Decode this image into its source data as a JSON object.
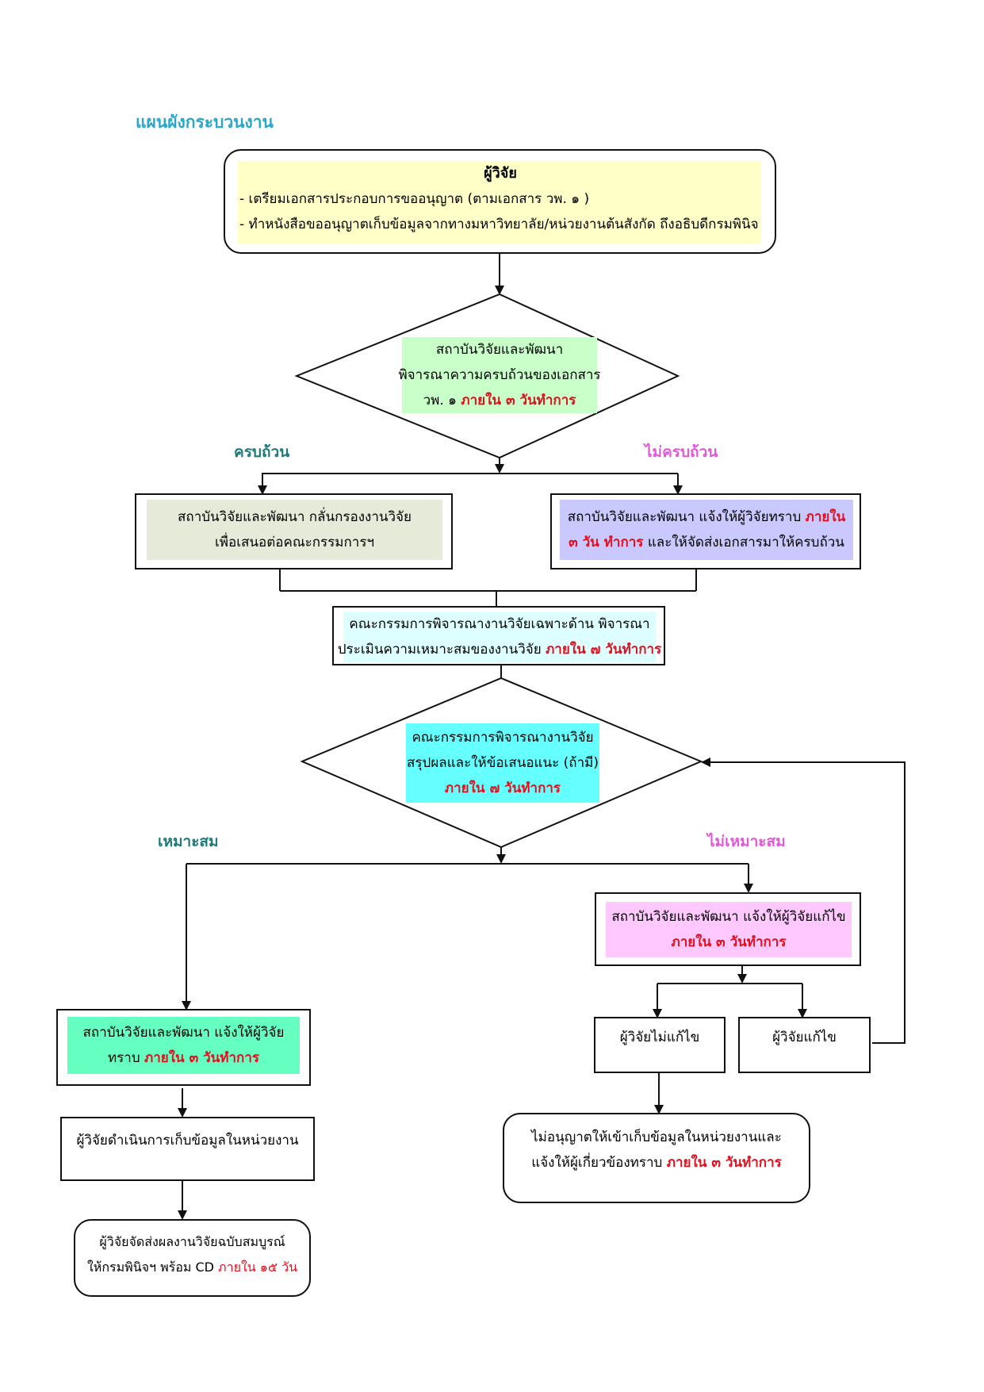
{
  "title": "แผนผังกระบวนงาน",
  "researcher": {
    "heading": "ผู้วิจัย",
    "line1": "- เตรียมเอกสารประกอบการขออนุญาต (ตามเอกสาร วพ. ๑ )",
    "line2": "- ทำหนังสือขออนุญาตเก็บข้อมูลจากทางมหาวิทยาลัย/หน่วยงานต้นสังกัด ถึงอธิบดีกรมพินิจ"
  },
  "decision1": {
    "line1": "สถาบันวิจัยและพัฒนา",
    "line2": "พิจารณาความครบถ้วนของเอกสาร",
    "line3_a": "วพ. ๑ ",
    "line3_b": "ภายใน ๓ วันทำการ"
  },
  "labels": {
    "complete": "ครบถ้วน",
    "incomplete": "ไม่ครบถ้วน",
    "suitable": "เหมาะสม",
    "unsuitable": "ไม่เหมาะสม"
  },
  "screen_box": {
    "line1": "สถาบันวิจัยและพัฒนา กลั่นกรองงานวิจัย",
    "line2": "เพื่อเสนอต่อคณะกรรมการฯ"
  },
  "notify_incomplete": {
    "line1_a": "สถาบันวิจัยและพัฒนา แจ้งให้ผู้วิจัยทราบ ",
    "line1_b": "ภายใน",
    "line2_a": "๓ วัน ทำการ",
    "line2_b": " และให้จัดส่งเอกสารมาให้ครบถ้วน"
  },
  "committee_review": {
    "line1": "คณะกรรมการพิจารณางานวิจัยเฉพาะด้าน พิจารณา",
    "line2_a": "ประเมินความเหมาะสมของงานวิจัย ",
    "line2_b": "ภายใน ๗ วันทำการ"
  },
  "decision2": {
    "line1": "คณะกรรมการพิจารณางานวิจัย",
    "line2": "สรุปผลและให้ข้อเสนอแนะ (ถ้ามี)",
    "line3": "ภายใน ๗ วันทำการ"
  },
  "notify_revise": {
    "line1": "สถาบันวิจัยและพัฒนา แจ้งให้ผู้วิจัยแก้ไข",
    "line2": "ภายใน ๓ วันทำการ"
  },
  "no_revise": "ผู้วิจัยไม่แก้ไข",
  "revise": "ผู้วิจัยแก้ไข",
  "deny_box": {
    "line1": "ไม่อนุญาตให้เข้าเก็บข้อมูลในหน่วยงานและ",
    "line2_a": "แจ้งให้ผู้เกี่ยวข้องทราบ ",
    "line2_b": "ภายใน ๓ วันทำการ"
  },
  "notify_approve": {
    "line1": "สถาบันวิจัยและพัฒนา แจ้งให้ผู้วิจัย",
    "line2_a": "ทราบ ",
    "line2_b": "ภายใน ๓ วันทำการ"
  },
  "collect_box": "ผู้วิจัยดำเนินการเก็บข้อมูลในหน่วยงาน",
  "submit_box": {
    "line1": "ผู้วิจัยจัดส่งผลงานวิจัยฉบับสมบูรณ์",
    "line2_a": "ให้กรมพินิจฯ พร้อม CD ",
    "line2_b": "ภายใน ๑๕ วัน"
  },
  "colors": {
    "title": "#2aa6c9",
    "yellow": "#ffffc8",
    "green": "#c9ffc9",
    "sage": "#e6ead9",
    "lavender": "#c9c9ff",
    "light_cyan": "#ddffff",
    "cyan": "#66ffff",
    "pink": "#ffc8ff",
    "mint": "#66ffc2",
    "teal_label": "#1f7a7a",
    "magenta_label": "#e05ad8",
    "red_text": "#e0101e"
  }
}
